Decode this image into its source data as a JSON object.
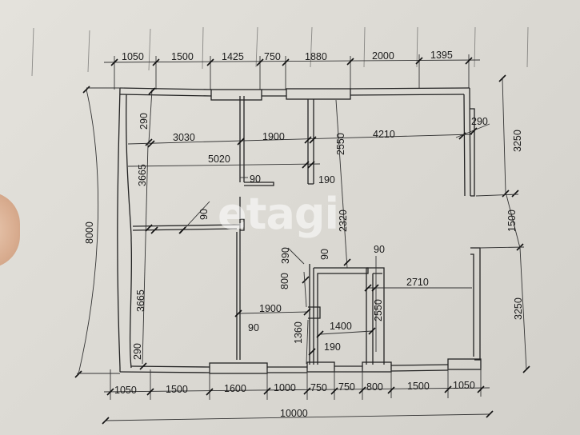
{
  "watermark": "etagi",
  "dimensions": {
    "top": [
      "1050",
      "1500",
      "1425",
      "750",
      "1880",
      "2000",
      "1395"
    ],
    "bottom": [
      "1050",
      "1500",
      "1600",
      "1000",
      "750",
      "750",
      "800",
      "1500",
      "1050"
    ],
    "total_width": "10000",
    "left_total": "8000",
    "left_upper": "3665",
    "left_lower": "3665",
    "left_top_wall": "290",
    "left_bottom_wall": "290",
    "right_upper": "3250",
    "right_mid": "1500",
    "right_lower": "3250",
    "right_wall": "290",
    "row_3030": "3030",
    "row_1900_top": "1900",
    "row_4210": "4210",
    "row_5020": "5020",
    "row_2550_top": "2550",
    "wall_90_a": "90",
    "wall_190_a": "190",
    "wall_90_b": "90",
    "row_2320": "2320",
    "wall_390": "390",
    "wall_90_c": "90",
    "wall_90_d": "90",
    "row_800": "800",
    "row_2710": "2710",
    "row_1900_low": "1900",
    "row_1360": "1360",
    "row_1400": "1400",
    "row_2550_low": "2550",
    "wall_90_e": "90",
    "wall_190_b": "190"
  }
}
